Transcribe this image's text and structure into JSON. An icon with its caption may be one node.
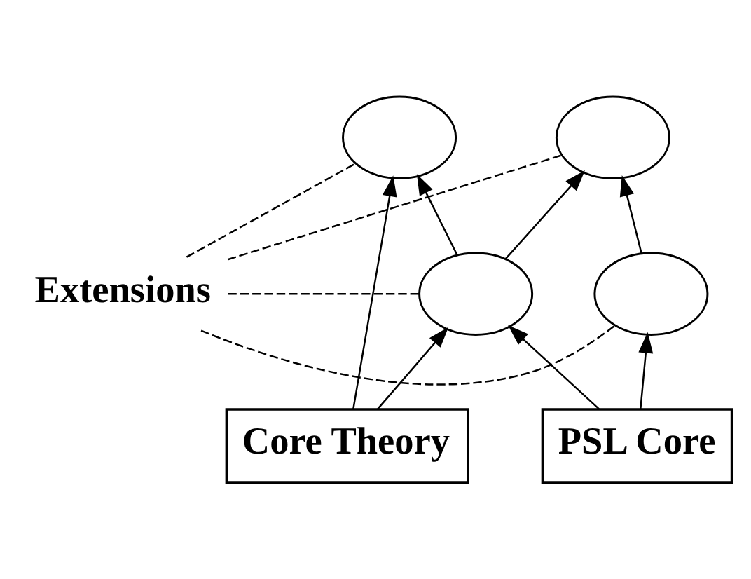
{
  "diagram": {
    "nodes": [
      {
        "text": [],
        "shape": "ellipse"
      },
      {
        "text": [],
        "shape": "ellipse"
      },
      {
        "text": [
          "Extensions"
        ]
      },
      {
        "text": [],
        "shape": "ellipse"
      },
      {
        "text": [],
        "shape": "ellipse"
      },
      {
        "text": [
          "Core Theory"
        ]
      },
      {
        "text": [
          "PSL Core"
        ]
      }
    ],
    "edges": [
      {
        "from": 5,
        "to": 0,
        "arrow": "to"
      },
      {
        "from": 3,
        "to": 0,
        "arrow": "to"
      },
      {
        "from": 3,
        "to": 1,
        "arrow": "to"
      },
      {
        "from": 4,
        "to": 1,
        "arrow": "to"
      },
      {
        "from": 5,
        "to": 3,
        "arrow": "to"
      },
      {
        "from": 6,
        "to": 3,
        "arrow": "to"
      },
      {
        "from": 6,
        "to": 4,
        "arrow": "to"
      },
      {
        "from": 2,
        "to": 0,
        "arrow": "none",
        "style": "dashed"
      },
      {
        "from": 2,
        "to": 1,
        "arrow": "none",
        "style": "dashed"
      },
      {
        "from": 2,
        "to": 3,
        "arrow": "none",
        "style": "dashed"
      },
      {
        "from": 2,
        "to": 4,
        "arrow": "none",
        "style": "dashed"
      }
    ]
  }
}
